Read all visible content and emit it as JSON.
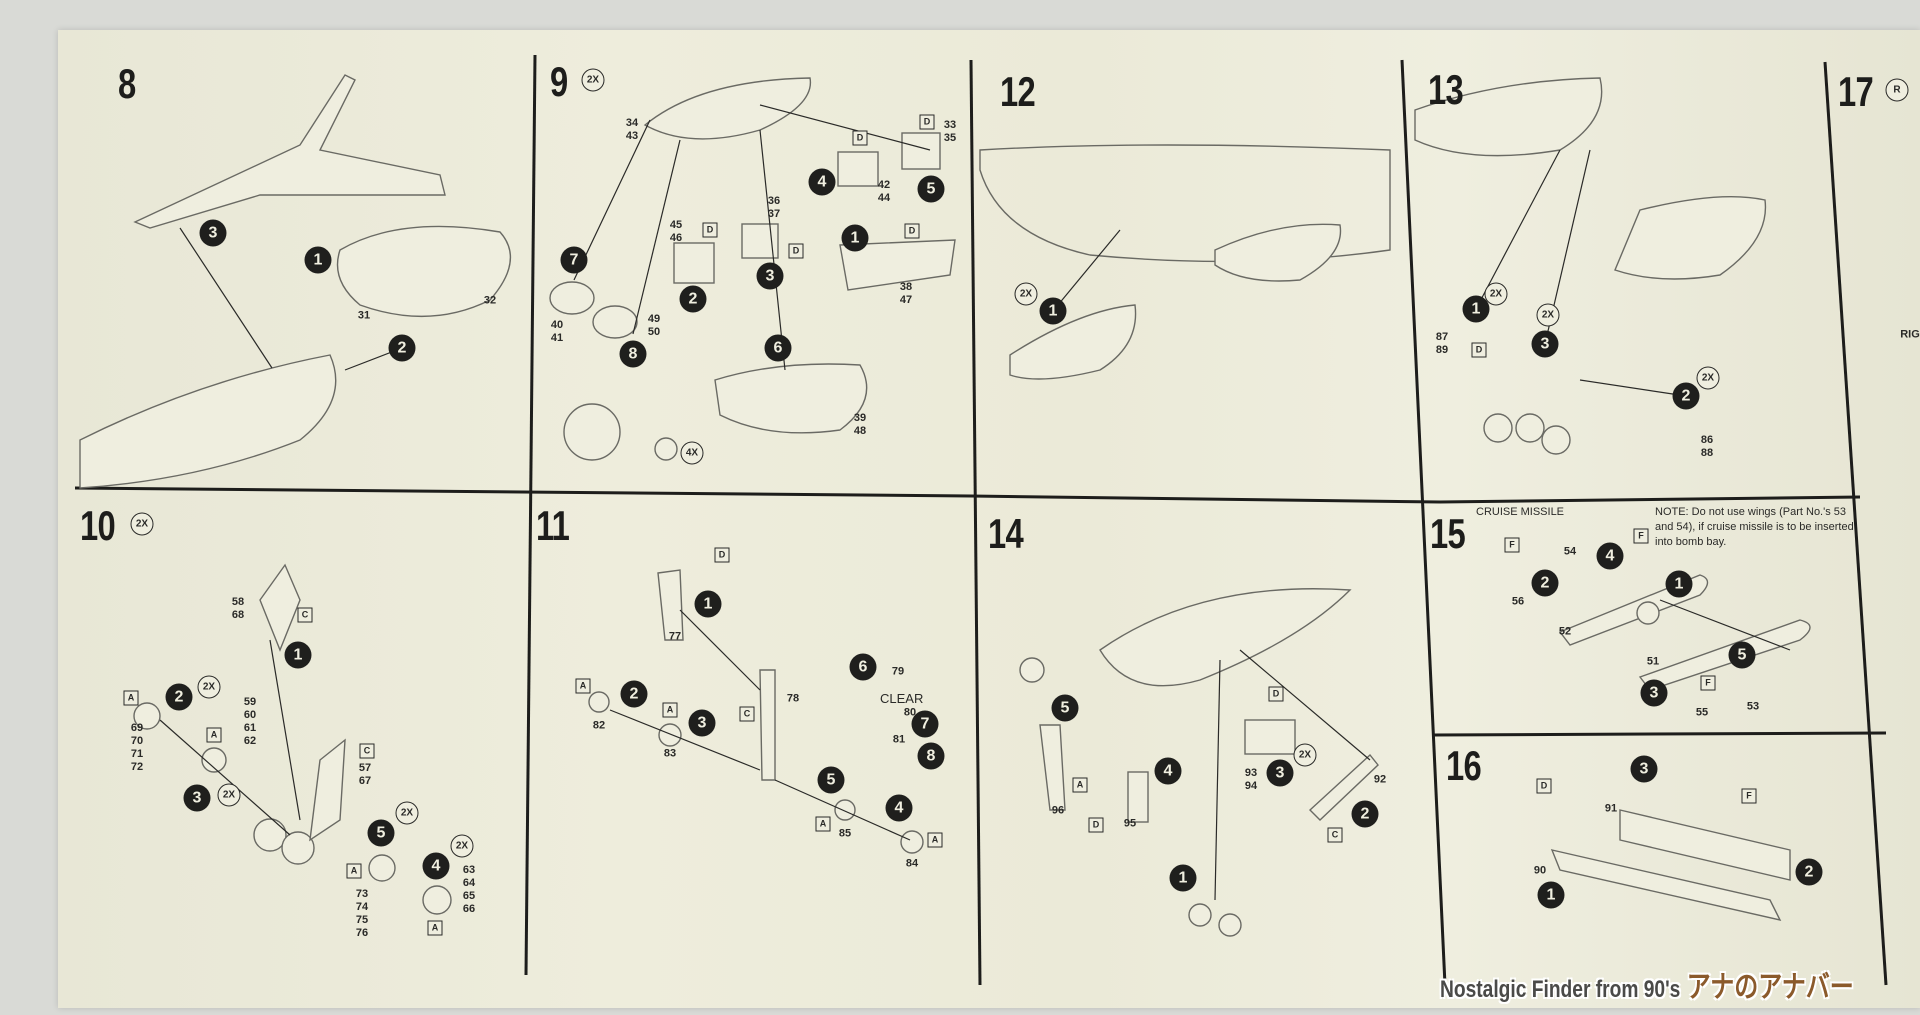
{
  "document": {
    "type": "model kit assembly instructions"
  },
  "steps": {
    "s8": {
      "number": "8",
      "callouts": [
        "3",
        "1",
        "2"
      ],
      "parts": [
        "31",
        "32"
      ],
      "boxes": [],
      "mults": []
    },
    "s9": {
      "number": "9",
      "callouts": [
        "7",
        "8",
        "2",
        "3",
        "6",
        "4",
        "1",
        "5"
      ],
      "parts": [
        "34\n43",
        "40\n41",
        "49\n50",
        "45\n46",
        "36\n37",
        "42\n44",
        "33\n35",
        "38\n47",
        "39\n48"
      ],
      "boxes": [
        "D",
        "D",
        "D",
        "D",
        "D"
      ],
      "mults": [
        "2X",
        "4X"
      ]
    },
    "s12": {
      "number": "12",
      "callouts": [
        "1"
      ],
      "parts": [],
      "boxes": [],
      "mults": [
        "2X"
      ]
    },
    "s13": {
      "number": "13",
      "callouts": [
        "1",
        "3",
        "2"
      ],
      "parts": [
        "87\n89",
        "86\n88"
      ],
      "boxes": [
        "D"
      ],
      "mults": [
        "2X",
        "2X",
        "2X"
      ]
    },
    "s17": {
      "number": "17",
      "callouts": [],
      "parts": [
        "RIG"
      ],
      "boxes": [],
      "mults": [
        "R"
      ]
    },
    "s10": {
      "number": "10",
      "callouts": [
        "1",
        "2",
        "3",
        "5",
        "4"
      ],
      "parts": [
        "58\n68",
        "59\n60\n61\n62",
        "69\n70\n71\n72",
        "57\n67",
        "73\n74\n75\n76",
        "63\n64\n65\n66"
      ],
      "boxes": [
        "C",
        "A",
        "A",
        "C",
        "A",
        "A"
      ],
      "mults": [
        "2X",
        "2X",
        "2X",
        "2X",
        "2X"
      ]
    },
    "s11": {
      "number": "11",
      "callouts": [
        "1",
        "6",
        "7",
        "8",
        "2",
        "3",
        "5",
        "4"
      ],
      "parts": [
        "77",
        "79",
        "80",
        "81",
        "78",
        "82",
        "83",
        "85",
        "84"
      ],
      "boxes": [
        "D",
        "C",
        "A",
        "A",
        "A",
        "A"
      ],
      "mults": [],
      "clear_label": "CLEAR"
    },
    "s14": {
      "number": "14",
      "callouts": [
        "5",
        "4",
        "3",
        "2",
        "1"
      ],
      "parts": [
        "96",
        "95",
        "93\n94",
        "92"
      ],
      "boxes": [
        "A",
        "D",
        "D",
        "C"
      ],
      "mults": [
        "2X"
      ]
    },
    "s15": {
      "number": "15",
      "title": "CRUISE MISSILE",
      "note": "NOTE: Do not use wings (Part No.'s 53 and 54), if cruise missile is to be inserted into bomb bay.",
      "callouts": [
        "4",
        "2",
        "1",
        "5",
        "3"
      ],
      "parts": [
        "54",
        "56",
        "52",
        "51",
        "55",
        "53"
      ],
      "boxes": [
        "F",
        "F",
        "F"
      ],
      "mults": []
    },
    "s16": {
      "number": "16",
      "callouts": [
        "3",
        "2",
        "1"
      ],
      "parts": [
        "91",
        "90"
      ],
      "boxes": [
        "F",
        "D"
      ],
      "mults": []
    }
  },
  "watermark": {
    "text": "Nostalgic Finder from 90's",
    "logo": "アナのアナバー"
  }
}
